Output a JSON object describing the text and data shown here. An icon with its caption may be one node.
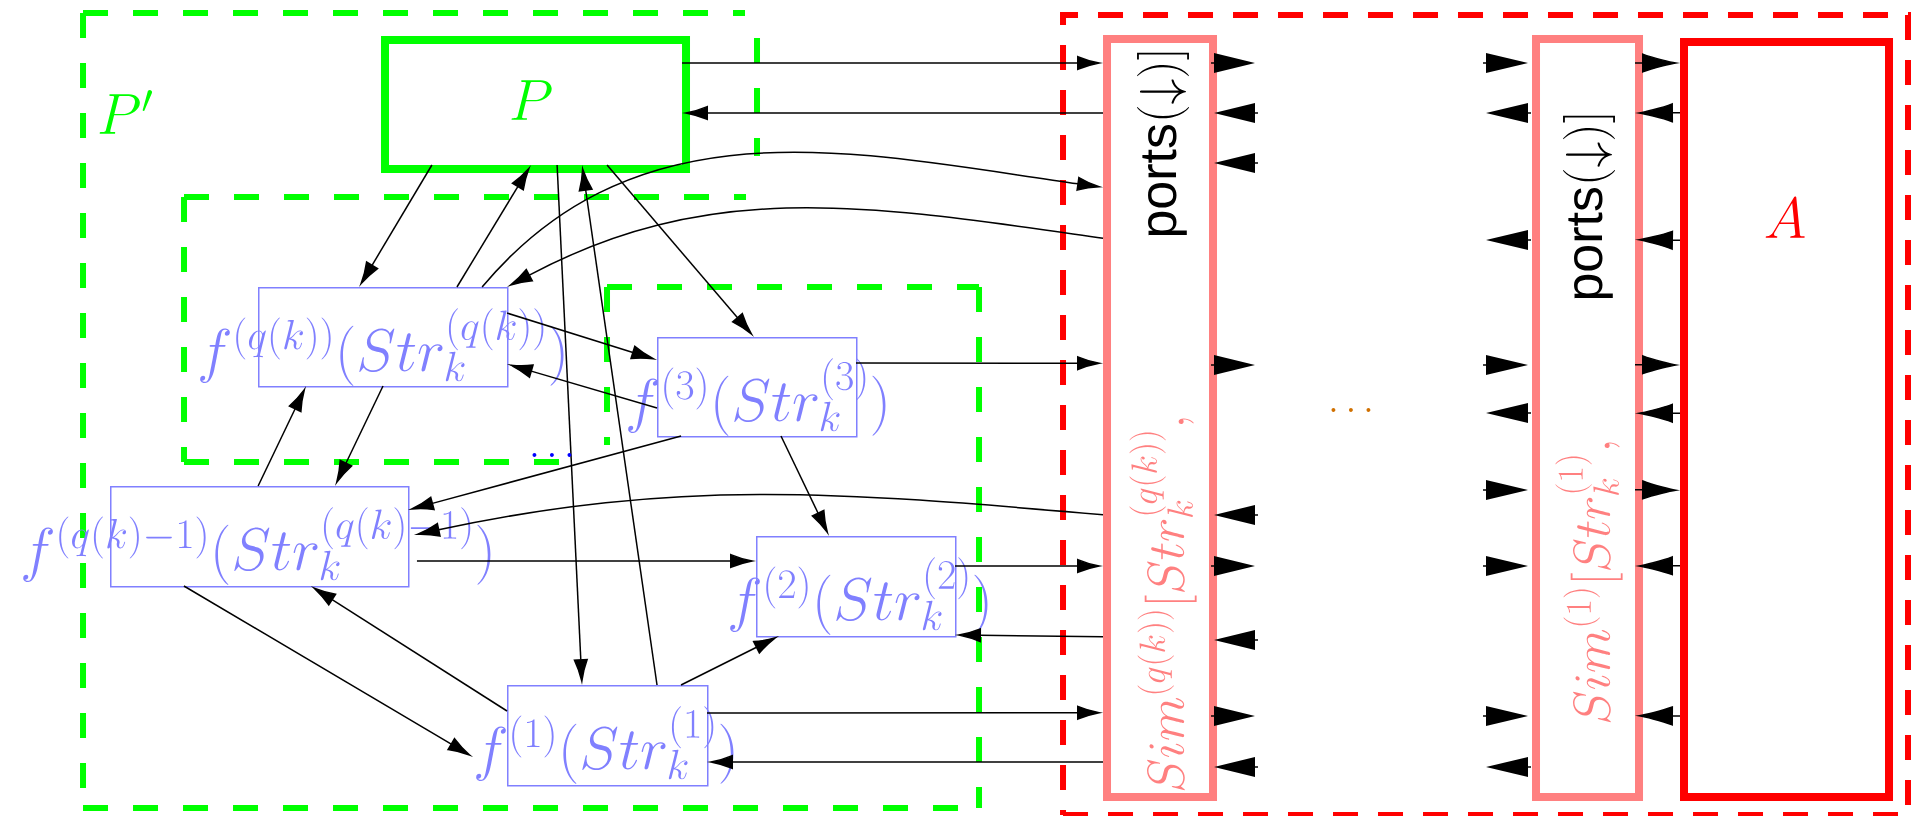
{
  "diagram": {
    "nodes": [
      {
        "text": [
          "P'"
        ]
      },
      {
        "text": [
          "P"
        ],
        "in": 0
      },
      {
        "text": [
          "f^{(q(k))}(Str_k^{(q(k))})"
        ],
        "in": 0
      },
      {
        "text": [
          "f^{(3)}(Str_k^{(3)})"
        ],
        "in": 0
      },
      {
        "text": [
          "f^{(q(k)-1)}(Str_k^{(q(k)-1)})"
        ],
        "in": 0
      },
      {
        "text": [
          "f^{(2)}(Str_k^{(2)})"
        ],
        "in": 0
      },
      {
        "text": [
          "f^{(1)}(Str_k^{(1)})"
        ],
        "in": 0
      },
      {
        "text": [],
        "shape": "box"
      },
      {
        "text": [
          "\\mbox{ports}(\\downarrow)]",
          "Sim^{(q(k))}[Str_k^{(q(k))},"
        ],
        "in": 7
      },
      {
        "text": [
          "\\mbox{ports}(\\downarrow)]",
          "Sim^{(1)}[Str_k^{(1)},"
        ],
        "in": 7
      },
      {
        "text": [
          "A"
        ],
        "in": 7
      }
    ],
    "edges": [
      {
        "from": 1,
        "to": 8,
        "arrow": "to"
      },
      {
        "from": 8,
        "to": 1,
        "arrow": "to"
      },
      {
        "from": 1,
        "to": 2,
        "arrow": "to"
      },
      {
        "from": 2,
        "to": 1,
        "arrow": "to"
      },
      {
        "from": 1,
        "to": 3,
        "arrow": "to"
      },
      {
        "from": 1,
        "to": 6,
        "arrow": "to"
      },
      {
        "from": 6,
        "to": 1,
        "arrow": "to"
      },
      {
        "from": 2,
        "to": 8,
        "arrow": "to"
      },
      {
        "from": 8,
        "to": 2,
        "arrow": "to"
      },
      {
        "from": 2,
        "to": 3,
        "arrow": "to"
      },
      {
        "from": 3,
        "to": 2,
        "arrow": "to"
      },
      {
        "from": 3,
        "to": 8,
        "arrow": "to"
      },
      {
        "from": 2,
        "to": 4,
        "arrow": "to"
      },
      {
        "from": 4,
        "to": 2,
        "arrow": "to"
      },
      {
        "from": 3,
        "to": 4,
        "arrow": "to"
      },
      {
        "from": 8,
        "to": 4,
        "arrow": "to"
      },
      {
        "from": 3,
        "to": 5,
        "arrow": "to"
      },
      {
        "from": 4,
        "to": 5,
        "arrow": "to"
      },
      {
        "from": 5,
        "to": 8,
        "arrow": "to"
      },
      {
        "from": 8,
        "to": 5,
        "arrow": "to"
      },
      {
        "from": 4,
        "to": 6,
        "arrow": "to"
      },
      {
        "from": 6,
        "to": 4,
        "arrow": "to"
      },
      {
        "from": 6,
        "to": 5,
        "arrow": "to"
      },
      {
        "from": 6,
        "to": 8,
        "arrow": "to"
      },
      {
        "from": 8,
        "to": 6,
        "arrow": "to"
      },
      {
        "from": 9,
        "to": 10,
        "arrow": "to"
      },
      {
        "from": 10,
        "to": 9,
        "arrow": "to"
      },
      {
        "from": 10,
        "to": 9,
        "arrow": "to"
      },
      {
        "from": 9,
        "to": 10,
        "arrow": "to"
      },
      {
        "from": 10,
        "to": 9,
        "arrow": "to"
      },
      {
        "from": 9,
        "to": 10,
        "arrow": "to"
      },
      {
        "from": 10,
        "to": 9,
        "arrow": "to"
      },
      {
        "from": 10,
        "to": 9,
        "arrow": "to"
      }
    ],
    "labels": [
      "\\dots",
      "\\dots"
    ]
  }
}
